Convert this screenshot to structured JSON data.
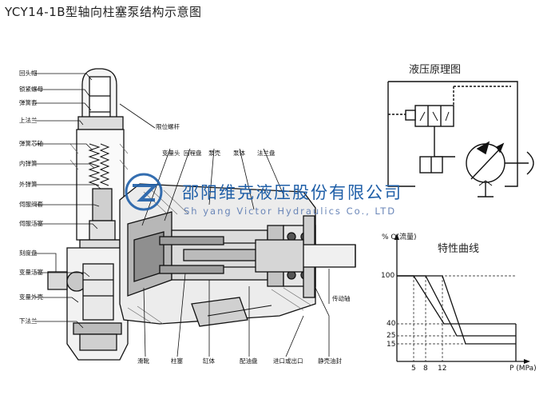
{
  "title": "YCY14-1B型轴向柱塞泵结构示意图",
  "labels_left": [
    "回头帽",
    "锁紧螺母",
    "弹簧套",
    "上法兰",
    "弹簧芯轴",
    "内弹簧",
    "外弹簧",
    "伺服阀套",
    "伺服活塞",
    "刻度盘",
    "变量活塞",
    "变量外壳",
    "下法兰"
  ],
  "labels_top": [
    "限位螺杆",
    "变量头",
    "回程盘",
    "泵壳",
    "泵体",
    "法兰盘"
  ],
  "labels_bottom": [
    "滑靴",
    "柱塞",
    "缸体",
    "配油盘",
    "进口或出口",
    "静壳油封"
  ],
  "label_shaft": "传动轴",
  "watermark": {
    "company_cn": "邵阳维克液压股份有限公司",
    "company_en": "Sh   yang  Victor Hydraulics Co., LTD"
  },
  "schematic": {
    "title": "液压原理图"
  },
  "curve": {
    "title": "特性曲线",
    "ylabel": "% Q(流量)",
    "xlabel": "P (MPa)",
    "yticks": [
      "100",
      "40",
      "25",
      "15"
    ],
    "xticks": [
      "5",
      "8",
      "12"
    ]
  }
}
